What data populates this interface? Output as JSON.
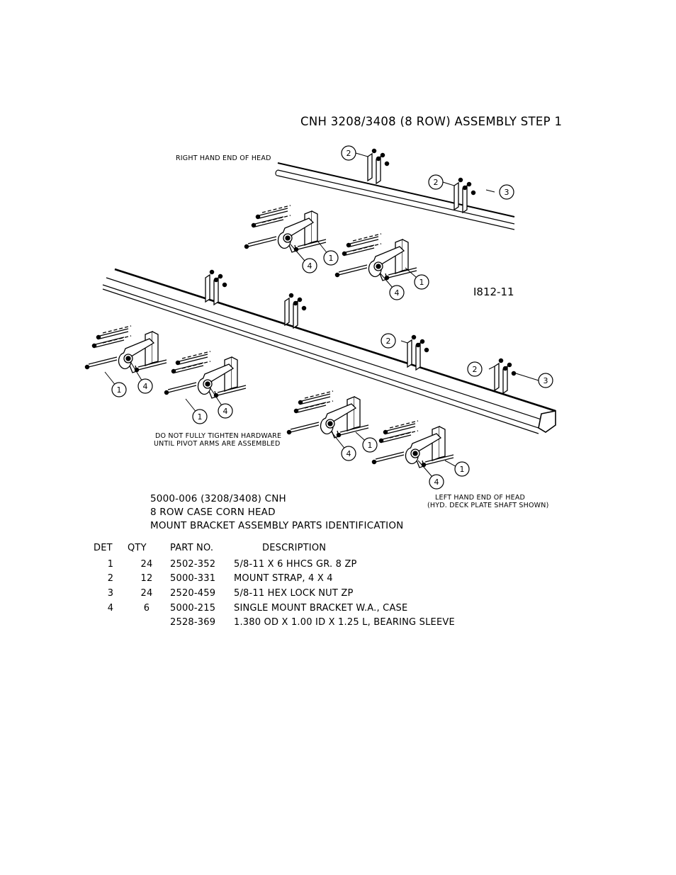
{
  "title": "CNH 3208/3408 (8 ROW) ASSEMBLY STEP 1",
  "figure_number": "I812-11",
  "notes": {
    "right_hand_end": "RIGHT HAND END OF HEAD",
    "tighten_line1": "DO NOT FULLY TIGHTEN HARDWARE",
    "tighten_line2": "UNTIL PIVOT ARMS ARE ASSEMBLED",
    "left_hand_line1": "LEFT HAND END OF HEAD",
    "left_hand_line2": "(HYD. DECK PLATE SHAFT SHOWN)"
  },
  "callouts": [
    "1",
    "2",
    "3",
    "4"
  ],
  "caption": {
    "line1": "5000-006 (3208/3408) CNH",
    "line2": "8 ROW CASE CORN HEAD",
    "line3": "MOUNT BRACKET ASSEMBLY PARTS IDENTIFICATION"
  },
  "parts_table": {
    "headers": {
      "det": "DET",
      "qty": "QTY",
      "part": "PART NO.",
      "desc": "DESCRIPTION"
    },
    "rows": [
      {
        "det": "1",
        "qty": "24",
        "part": "2502-352",
        "desc": "5/8-11 X 6 HHCS GR. 8 ZP"
      },
      {
        "det": "2",
        "qty": "12",
        "part": "5000-331",
        "desc": "MOUNT STRAP, 4 X 4"
      },
      {
        "det": "3",
        "qty": "24",
        "part": "2520-459",
        "desc": "5/8-11 HEX LOCK NUT ZP"
      },
      {
        "det": "4",
        "qty": "6",
        "part": "5000-215",
        "desc": "SINGLE MOUNT BRACKET W.A., CASE"
      },
      {
        "det": "",
        "qty": "",
        "part": "2528-369",
        "desc": "1.380 OD X 1.00 ID X 1.25 L, BEARING SLEEVE"
      }
    ]
  }
}
